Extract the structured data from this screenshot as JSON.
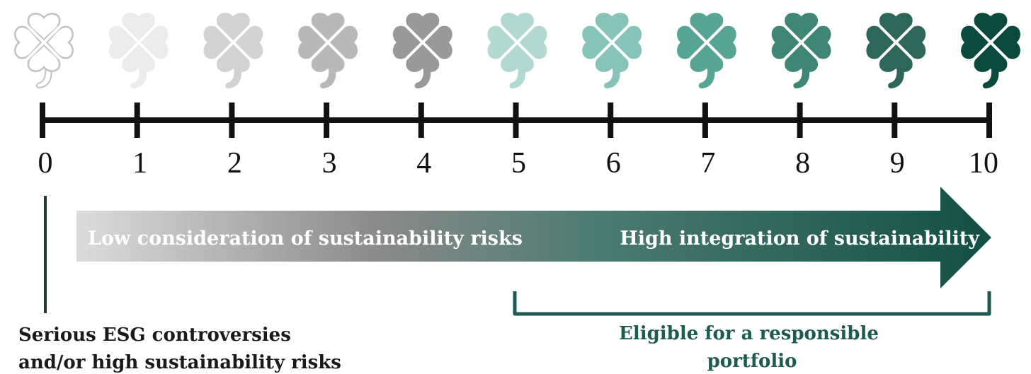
{
  "scale": {
    "labels": [
      "0",
      "1",
      "2",
      "3",
      "4",
      "5",
      "6",
      "7",
      "8",
      "9",
      "10"
    ]
  },
  "clovers": [
    {
      "score": 0,
      "fill": "#ffffff",
      "stroke": "#c2c2c2"
    },
    {
      "score": 1,
      "fill": "#ececec",
      "stroke": "#ececec"
    },
    {
      "score": 2,
      "fill": "#d2d2d2",
      "stroke": "#d2d2d2"
    },
    {
      "score": 3,
      "fill": "#b8b8b8",
      "stroke": "#b8b8b8"
    },
    {
      "score": 4,
      "fill": "#999999",
      "stroke": "#999999"
    },
    {
      "score": 5,
      "fill": "#b2d8d2",
      "stroke": "#b2d8d2"
    },
    {
      "score": 6,
      "fill": "#86c3b8",
      "stroke": "#86c3b8"
    },
    {
      "score": 7,
      "fill": "#58a596",
      "stroke": "#58a596"
    },
    {
      "score": 8,
      "fill": "#3f8676",
      "stroke": "#3f8676"
    },
    {
      "score": 9,
      "fill": "#2e665a",
      "stroke": "#2e665a"
    },
    {
      "score": 10,
      "fill": "#0b4a3e",
      "stroke": "#0b4a3e"
    }
  ],
  "arrow": {
    "left_text": "Low consideration of sustainability risks",
    "right_text": "High integration of sustainability",
    "gradient": [
      "#dcdcdc",
      "#8a8a8a",
      "#4d7c72",
      "#134f44"
    ]
  },
  "annotations": {
    "left_lines": [
      "Serious ESG controversies",
      "and/or high sustainability risks"
    ],
    "right_lines": [
      "Eligible for a responsible",
      "portfolio"
    ],
    "left_color": "#1a1a1a",
    "right_color": "#1e5a4f",
    "bracket_color": "#1e5a4f",
    "marker_color": "#1f3b35"
  },
  "colors": {
    "axis": "#111111"
  }
}
